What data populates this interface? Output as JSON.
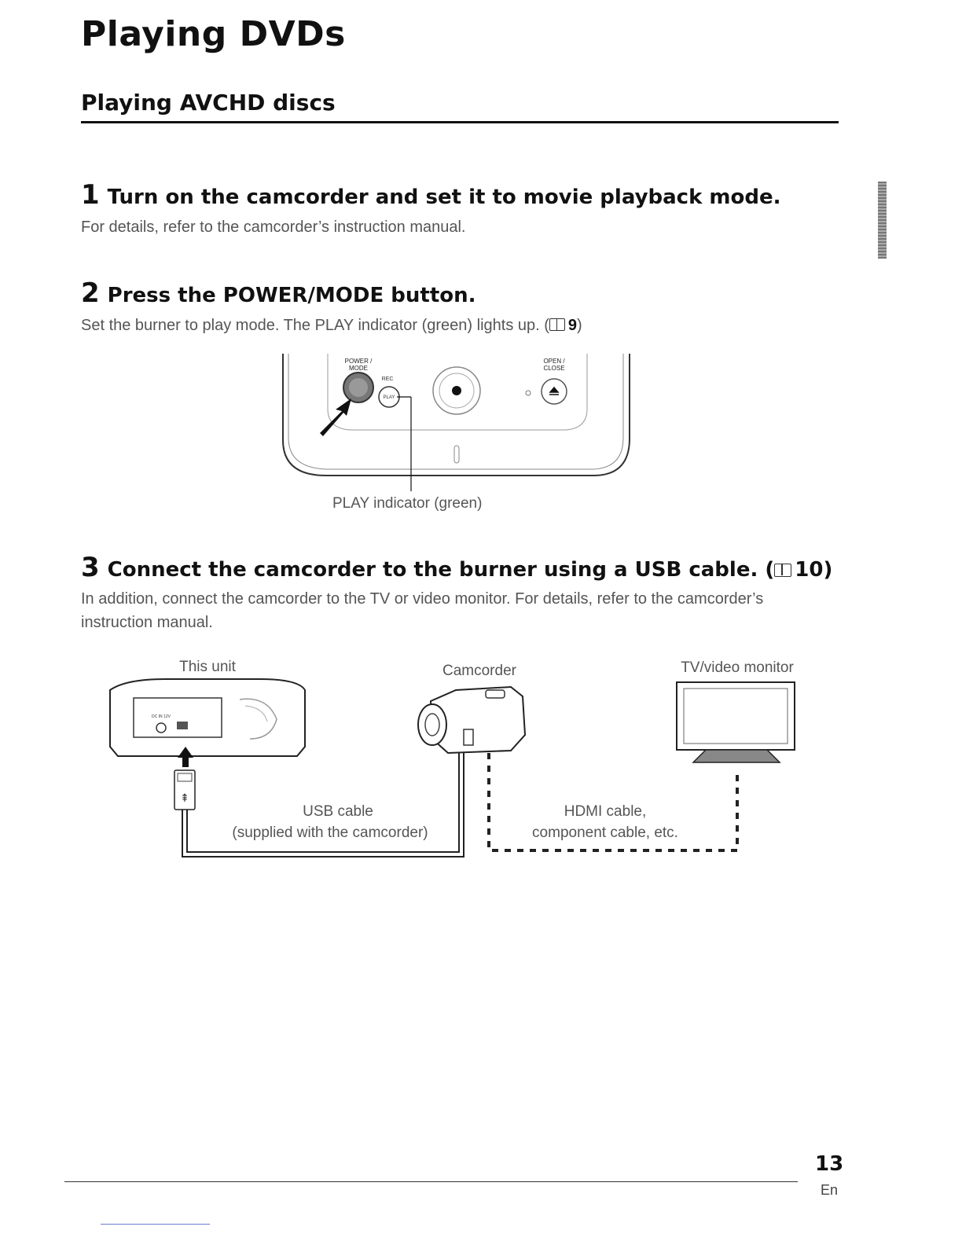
{
  "page": {
    "title": "Playing DVDs",
    "subtitle": "Playing AVCHD discs",
    "page_number": "13",
    "language": "En"
  },
  "steps": [
    {
      "number": "1",
      "heading": "Turn on the camcorder and set it to movie playback mode.",
      "body": "For details, refer to the camcorder’s instruction manual."
    },
    {
      "number": "2",
      "heading": "Press the POWER/MODE button.",
      "body": "Set the burner to play mode. The PLAY indicator (green) lights up. (",
      "ref": "9",
      "body_end": ")"
    },
    {
      "number": "3",
      "heading": "Connect the camcorder to the burner using a USB cable. (",
      "ref": "10",
      "heading_end": ")",
      "body": "In addition, connect the camcorder to the TV or video monitor. For details, refer to the camcorder’s instruction manual."
    }
  ],
  "figure1": {
    "power_mode_label_1": "POWER /",
    "power_mode_label_2": "MODE",
    "rec_label": "REC",
    "play_label": "PLAY",
    "open_close_label_1": "OPEN /",
    "open_close_label_2": "CLOSE",
    "caption": "PLAY indicator (green)"
  },
  "figure2": {
    "this_unit": "This unit",
    "camcorder": "Camcorder",
    "tv_monitor": "TV/video monitor",
    "usb_cable_1": "USB cable",
    "usb_cable_2": "(supplied with the camcorder)",
    "hdmi_cable_1": "HDMI cable,",
    "hdmi_cable_2": "component cable, etc.",
    "dc_label": "DC IN 12V"
  }
}
